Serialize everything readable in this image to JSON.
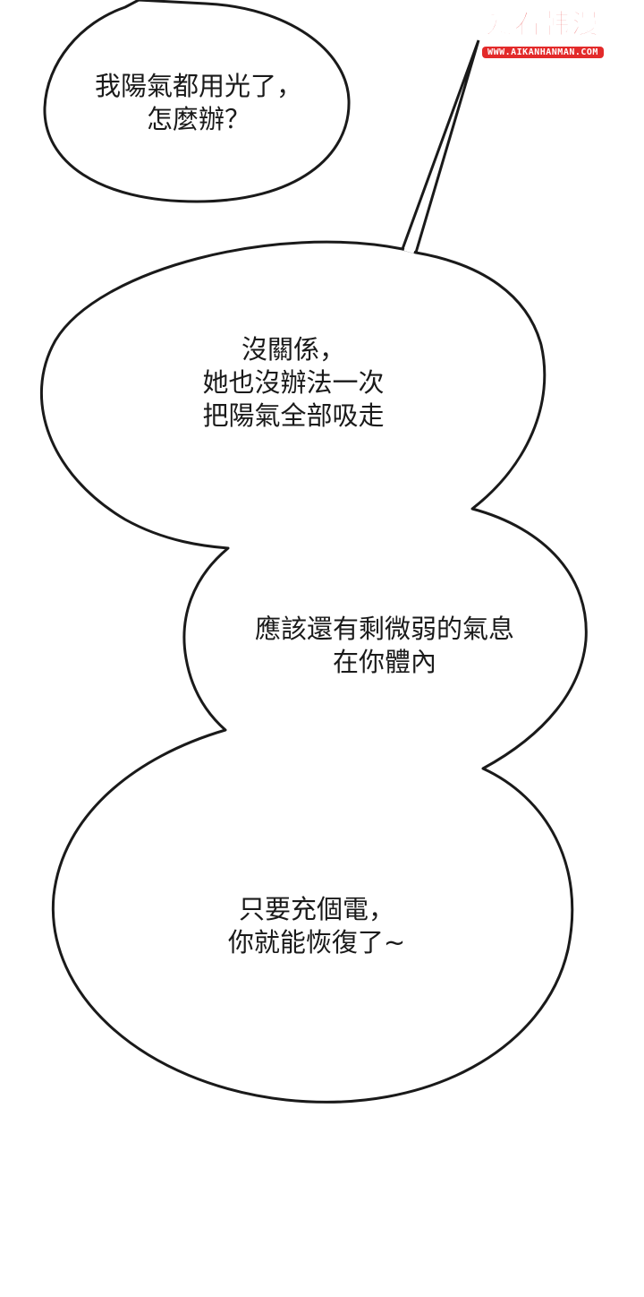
{
  "watermark": {
    "logo_text": "爱看韩漫",
    "url_text": "WWW.AIKANHANMAN.COM"
  },
  "bubbles": [
    {
      "lines": [
        "我陽氣都用光了，",
        "怎麼辦？"
      ]
    },
    {
      "lines": [
        "沒關係，",
        "她也沒辦法一次",
        "把陽氣全部吸走"
      ]
    },
    {
      "lines": [
        "應該還有剩微弱的氣息",
        "在你體內"
      ]
    },
    {
      "lines": [
        "只要充個電，",
        "你就能恢復了~"
      ]
    }
  ],
  "colors": {
    "ink": "#1a1a1a",
    "bubble_fill": "#ffffff",
    "watermark_red": "#e32a2a"
  }
}
